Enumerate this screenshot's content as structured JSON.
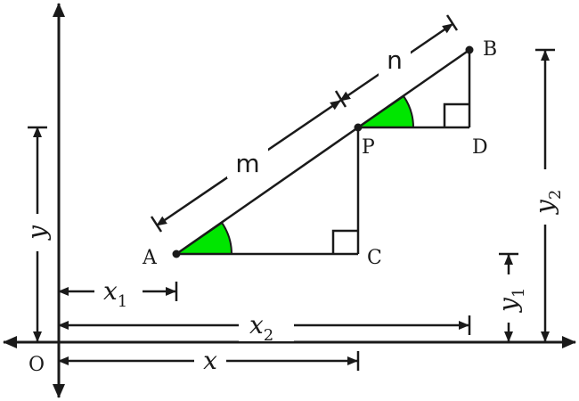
{
  "points": {
    "O": "O",
    "A": "A",
    "B": "B",
    "C": "C",
    "D": "D",
    "P": "P"
  },
  "segments": {
    "m": "m",
    "n": "n"
  },
  "dimensions": {
    "x1": {
      "base": "x",
      "sub": "1"
    },
    "x2": {
      "base": "x",
      "sub": "2"
    },
    "x": {
      "base": "x"
    },
    "y": {
      "base": "y"
    },
    "y1": {
      "base": "y",
      "sub": "1"
    },
    "y2": {
      "base": "y",
      "sub": "2"
    }
  },
  "colors": {
    "angle_fill": "#00e600",
    "ink": "#1a1a1a",
    "background": "#ffffff"
  }
}
